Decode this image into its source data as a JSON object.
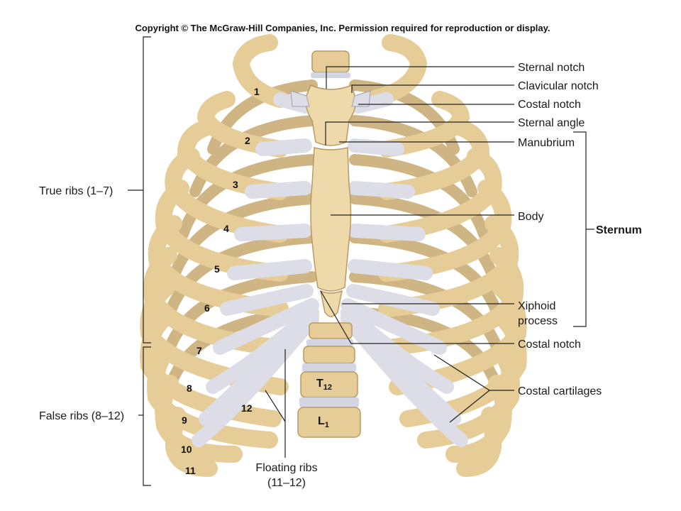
{
  "copyright": "Copyright © The McGraw-Hill Companies, Inc. Permission required for reproduction or display.",
  "labels": {
    "sternal_notch": "Sternal notch",
    "clavicular_notch": "Clavicular notch",
    "costal_notch_upper": "Costal notch",
    "sternal_angle": "Sternal angle",
    "manubrium": "Manubrium",
    "body": "Body",
    "sternum": "Sternum",
    "xiphoid_line1": "Xiphoid",
    "xiphoid_line2": "process",
    "costal_notch_lower": "Costal notch",
    "costal_cartilages": "Costal cartilages",
    "true_ribs": "True ribs (1–7)",
    "false_ribs": "False ribs (8–12)",
    "floating_line1": "Floating ribs",
    "floating_line2": "(11–12)"
  },
  "rib_numbers": [
    "1",
    "2",
    "3",
    "4",
    "5",
    "6",
    "7",
    "8",
    "9",
    "10",
    "11",
    "12"
  ],
  "vertebrae": {
    "t12_letter": "T",
    "t12_sub": "12",
    "l1_letter": "L",
    "l1_sub": "1"
  },
  "colors": {
    "bone": "#e8cf9b",
    "bone_edge": "#b89a62",
    "cartilage": "#dcdde6",
    "cartilage_edge": "#9fa1b0",
    "disc": "#d3d6e2"
  }
}
